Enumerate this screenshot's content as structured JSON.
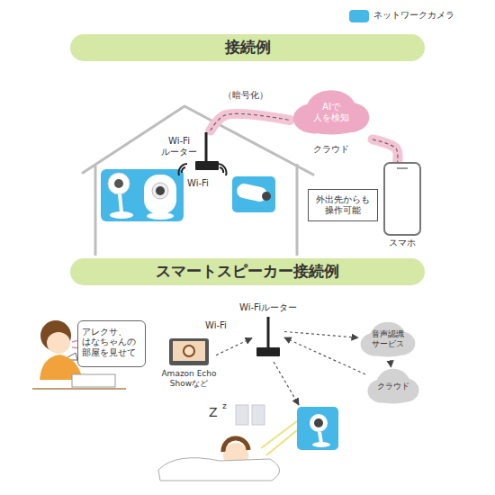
{
  "diagram": {
    "nodes": [
      {
        "text": [
          "接続例"
        ]
      },
      {
        "text": [
          "Wi-Fi ルーター"
        ]
      },
      {
        "text": [
          "AIで 人を検知",
          "クラウド"
        ]
      },
      {
        "text": [
          "スマホ"
        ]
      },
      {
        "text": [
          "外出先からも 操作可能"
        ],
        "in": 3
      },
      {
        "text": [
          "スマートスピーカー接続例"
        ]
      },
      {
        "text": [
          "アレクサ、 はなちゃんの 部屋を見せて"
        ]
      },
      {
        "text": [
          "Amazon Echo Showなど"
        ]
      },
      {
        "text": [
          "Wi-Fiルーター"
        ]
      },
      {
        "text": [
          "音声認識 サービス"
        ]
      },
      {
        "text": [
          "クラウド"
        ]
      }
    ],
    "edges": [
      {
        "from": 1,
        "to": 2,
        "arrow": "none",
        "label": "（暗号化）"
      },
      {
        "from": 2,
        "to": 3,
        "arrow": "none"
      },
      {
        "from": 7,
        "to": 8,
        "arrow": "to",
        "label": "Wi-Fi"
      },
      {
        "from": 8,
        "to": 9,
        "arrow": "to"
      },
      {
        "from": 9,
        "to": 10,
        "arrow": "to"
      },
      {
        "from": 10,
        "to": 8,
        "arrow": "to"
      }
    ],
    "labels": [
      "Wi-Fi",
      "Z",
      "z"
    ],
    "legend": [
      {
        "text": "ネットワークカメラ",
        "color": "#45b8e8"
      }
    ]
  }
}
